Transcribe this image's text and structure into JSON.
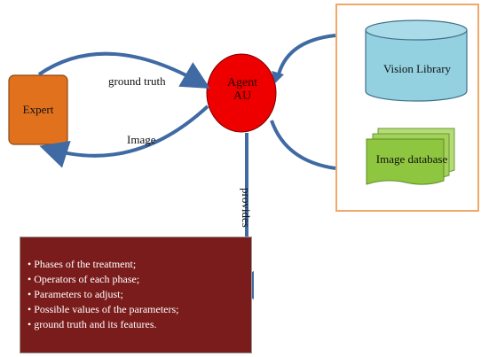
{
  "nodes": {
    "expert": "Expert",
    "agent_line1": "Agent",
    "agent_line2": "AU",
    "vision_library": "Vision Library",
    "image_database": "Image database"
  },
  "edges": {
    "ground_truth": "ground truth",
    "image": "Image",
    "provides": "provides"
  },
  "info_box": {
    "items": [
      "Phases of the treatment;",
      "Operators of each phase;",
      "Parameters to adjust;",
      "Possible values of the parameters;",
      "ground truth and its features."
    ]
  },
  "colors": {
    "expert_fill": "#e1711d",
    "agent_fill": "#ee0000",
    "vision_fill": "#93d1e0",
    "imgdb_fill": "#8ec63f",
    "arrow": "#3f6aa3",
    "info_fill": "#7b1c1c",
    "panel_border": "#f0a868"
  }
}
